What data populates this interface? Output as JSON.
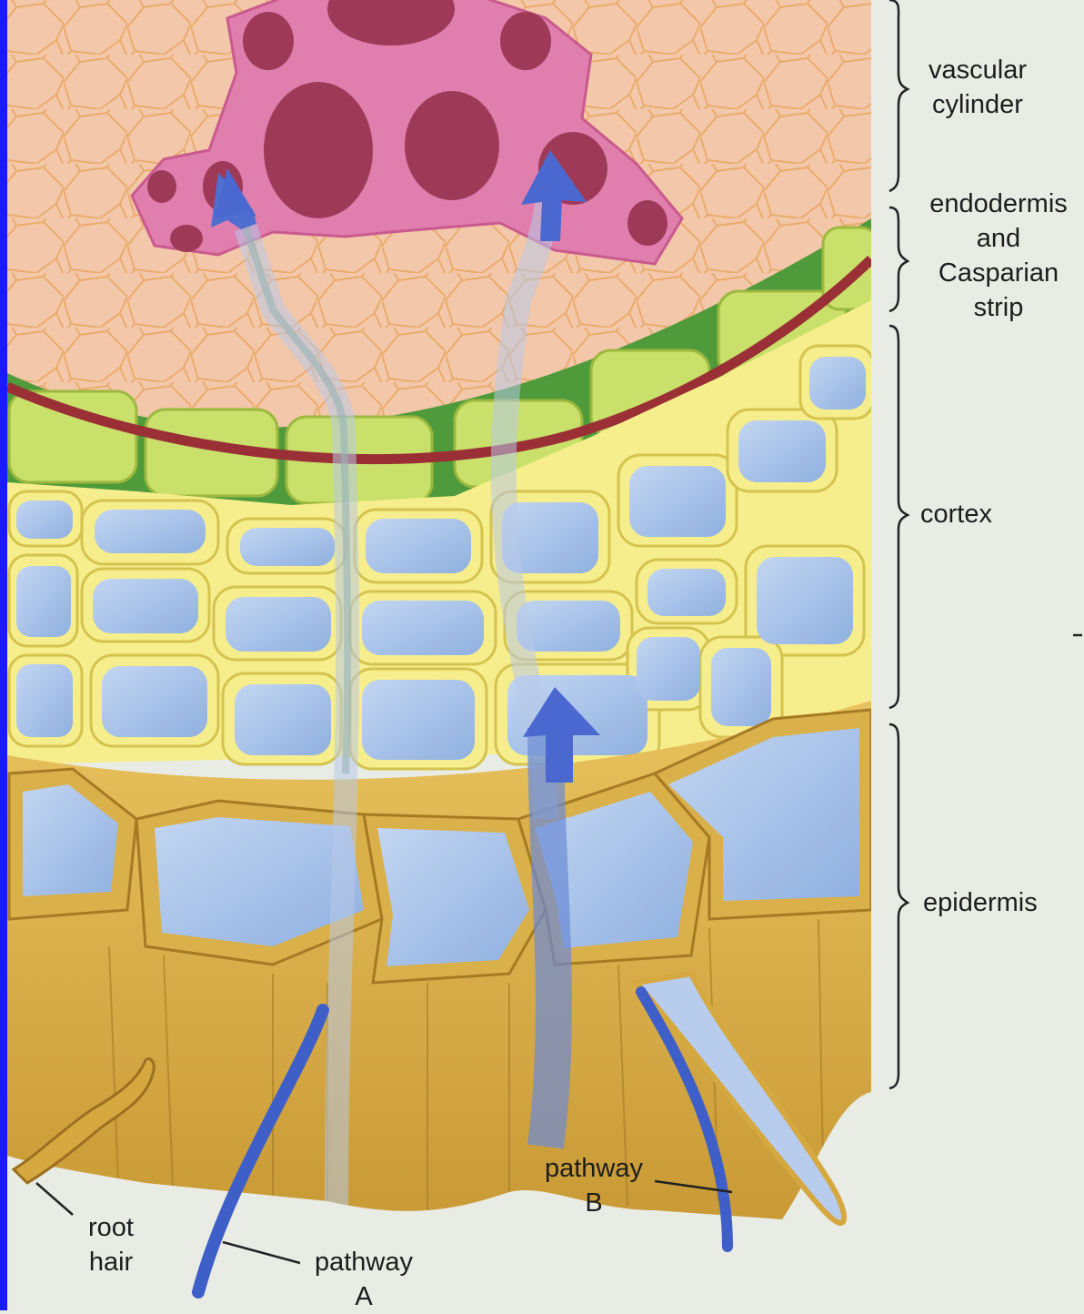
{
  "labels": {
    "vascular_cylinder": [
      "vascular",
      "cylinder"
    ],
    "endodermis": [
      "endodermis",
      "and",
      "Casparian",
      "strip"
    ],
    "cortex": [
      "cortex"
    ],
    "epidermis": [
      "epidermis"
    ],
    "root_hair": [
      "root",
      "hair"
    ],
    "pathway_a": [
      "pathway",
      "A"
    ],
    "pathway_b": [
      "pathway",
      "B"
    ]
  },
  "colors": {
    "frame_border": "#1a1aff",
    "background": "#e9ece4",
    "vascular_tissue": "#f3c7a9",
    "vascular_cell_walls": "#e7a86f",
    "xylem": "#e07fae",
    "xylem_lumen": "#9e3a58",
    "casparian_strip": "#9a2f35",
    "endodermis_cells": "#c9e06a",
    "endodermis_wall": "#4f9a3a",
    "cortex_cells": "#f6ee8c",
    "vacuole": "#a9c4ea",
    "epidermis": "#d9b049",
    "pathway_arrows": "#4f6fd0"
  }
}
